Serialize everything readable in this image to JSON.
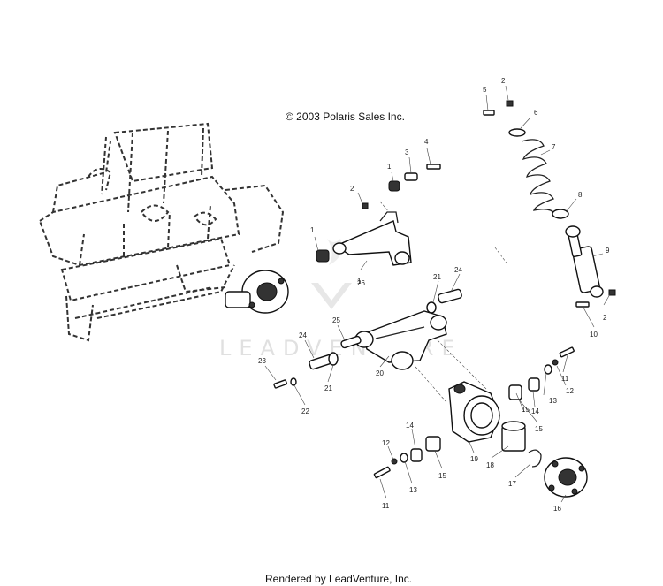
{
  "copyright": "© 2003 Polaris Sales Inc.",
  "footer": "Rendered by LeadVenture, Inc.",
  "watermark": "LEADVENTURE",
  "callouts": [
    {
      "id": "c1a",
      "label": "1"
    },
    {
      "id": "c1b",
      "label": "1"
    },
    {
      "id": "c2a",
      "label": "2"
    },
    {
      "id": "c2b",
      "label": "2"
    },
    {
      "id": "c2c",
      "label": "2"
    },
    {
      "id": "c3",
      "label": "3"
    },
    {
      "id": "c4",
      "label": "4"
    },
    {
      "id": "c5",
      "label": "5"
    },
    {
      "id": "c6",
      "label": "6"
    },
    {
      "id": "c7",
      "label": "7"
    },
    {
      "id": "c8",
      "label": "8"
    },
    {
      "id": "c9",
      "label": "9"
    },
    {
      "id": "c10",
      "label": "10"
    },
    {
      "id": "c11a",
      "label": "11"
    },
    {
      "id": "c11b",
      "label": "11"
    },
    {
      "id": "c12a",
      "label": "12"
    },
    {
      "id": "c12b",
      "label": "12"
    },
    {
      "id": "c13a",
      "label": "13"
    },
    {
      "id": "c13b",
      "label": "13"
    },
    {
      "id": "c14a",
      "label": "14"
    },
    {
      "id": "c14b",
      "label": "14"
    },
    {
      "id": "c15a",
      "label": "15"
    },
    {
      "id": "c15b",
      "label": "15"
    },
    {
      "id": "c15c",
      "label": "15"
    },
    {
      "id": "c16",
      "label": "16"
    },
    {
      "id": "c17",
      "label": "17"
    },
    {
      "id": "c18",
      "label": "18"
    },
    {
      "id": "c19",
      "label": "19"
    },
    {
      "id": "c20",
      "label": "20"
    },
    {
      "id": "c21a",
      "label": "21"
    },
    {
      "id": "c21b",
      "label": "21"
    },
    {
      "id": "c22",
      "label": "22"
    },
    {
      "id": "c23",
      "label": "23"
    },
    {
      "id": "c24a",
      "label": "24"
    },
    {
      "id": "c24b",
      "label": "24"
    },
    {
      "id": "c25",
      "label": "25"
    },
    {
      "id": "c26",
      "label": "26"
    }
  ]
}
